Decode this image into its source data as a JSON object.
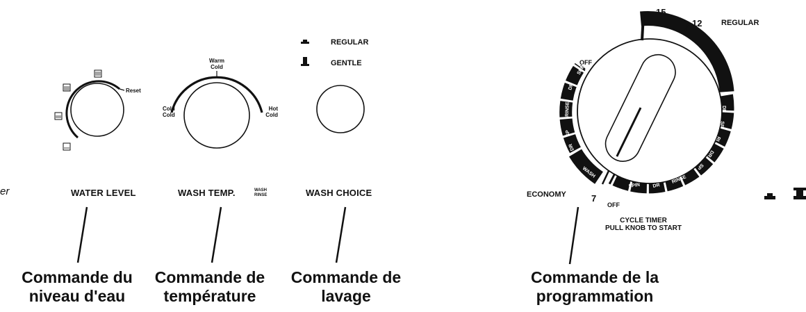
{
  "partial_left_text": "er",
  "water_level": {
    "reset_label": "Reset",
    "panel_label": "WATER LEVEL",
    "caption": [
      "Commande du",
      "niveau d'eau"
    ]
  },
  "wash_temp": {
    "top_label": [
      "Warm",
      "Cold"
    ],
    "left_label": [
      "Cold",
      "Cold"
    ],
    "right_label": [
      "Hot",
      "Cold"
    ],
    "panel_label": "WASH TEMP.",
    "panel_sup": [
      "WASH",
      "RINSE"
    ],
    "caption": [
      "Commande de",
      "température"
    ]
  },
  "wash_choice": {
    "options": [
      "REGULAR",
      "GENTLE"
    ],
    "panel_label": "WASH CHOICE",
    "caption": [
      "Commande de",
      "lavage"
    ]
  },
  "cycle_timer": {
    "num_15": "15",
    "num_12": "12",
    "num_7": "7",
    "regular_label": "REGULAR",
    "economy_label": "ECONOMY",
    "off_top": "OFF",
    "off_bottom": "OFF",
    "wash_top": "WASH",
    "wash_bottom": "WASH",
    "right_segments": [
      "DR",
      "SP",
      "RI",
      "DR",
      "SP"
    ],
    "bottom_segments": [
      "SPIN",
      "DR",
      "RINSE"
    ],
    "left_segments": [
      "SPIN",
      "DR",
      "RINSE",
      "SP",
      "DR"
    ],
    "panel_label": [
      "CYCLE TIMER",
      "PULL KNOB TO START"
    ],
    "caption": [
      "Commande de la",
      "programmation"
    ]
  },
  "colors": {
    "ink": "#111111",
    "paper": "#ffffff"
  }
}
